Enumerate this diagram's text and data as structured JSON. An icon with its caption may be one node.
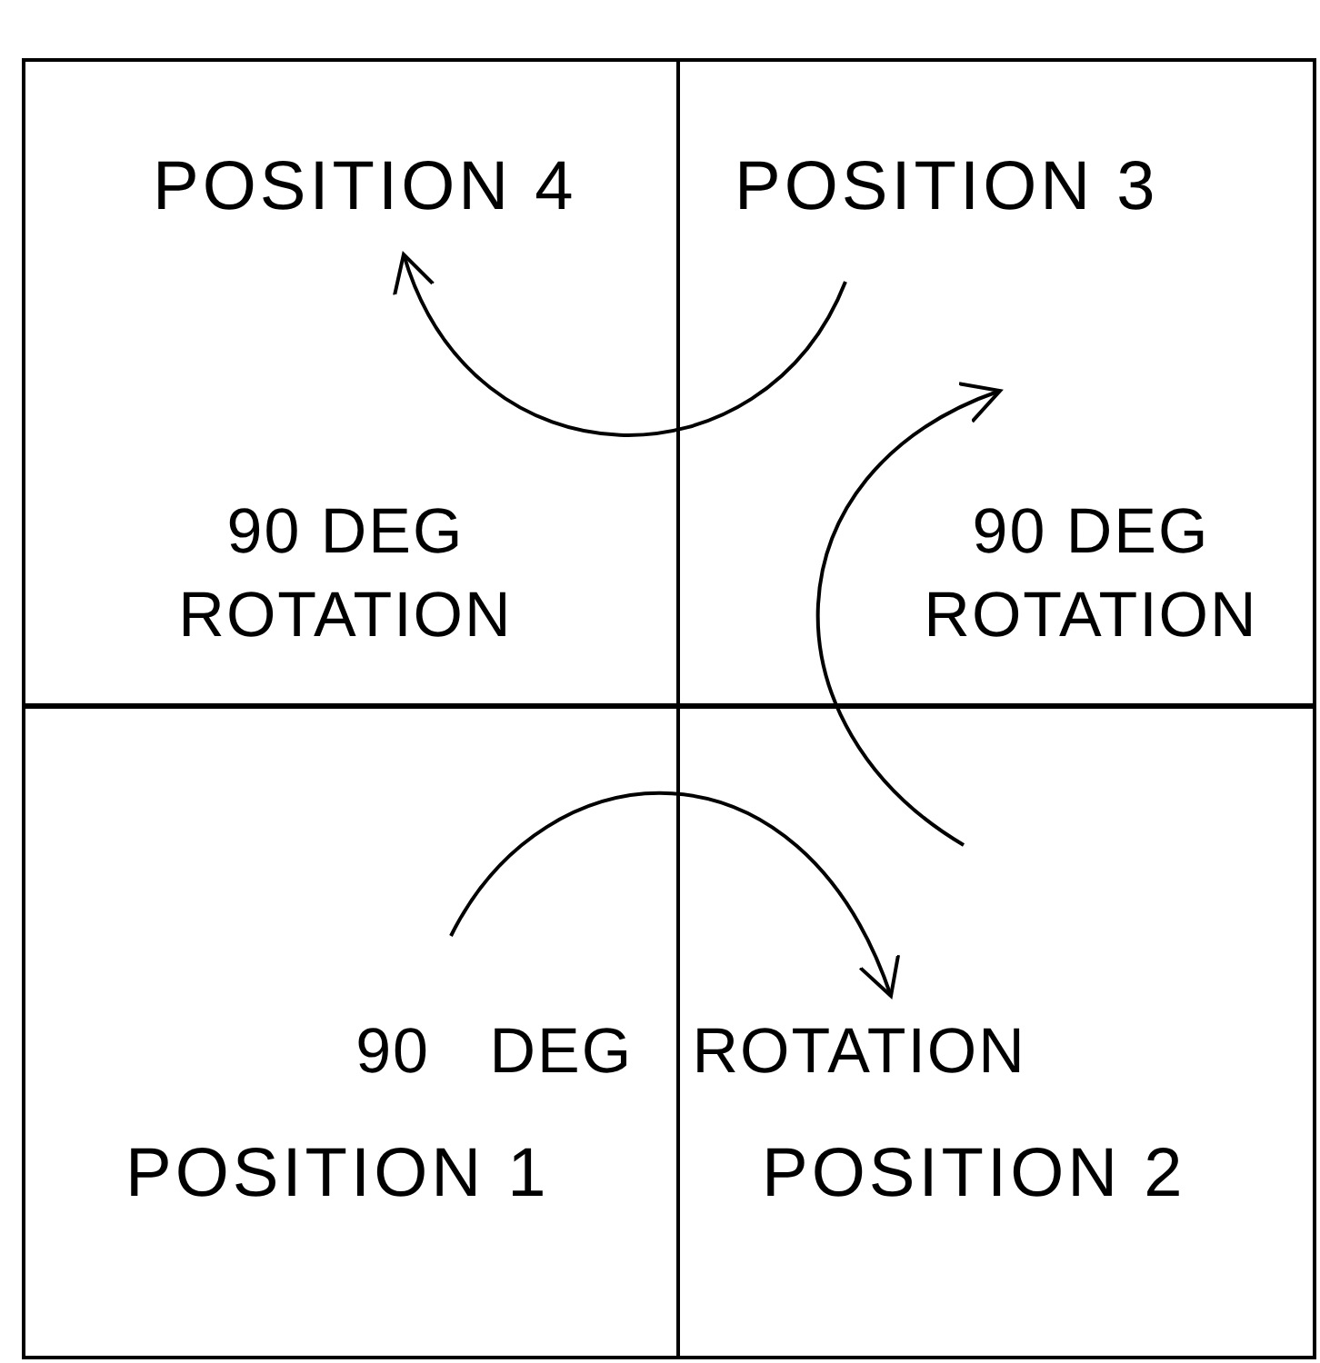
{
  "diagram": {
    "nodes": [
      {
        "text": [
          "POSITION 4"
        ]
      },
      {
        "text": [
          "POSITION 3"
        ]
      },
      {
        "text": [
          "POSITION 1"
        ]
      },
      {
        "text": [
          "POSITION 2"
        ]
      }
    ],
    "edges": [
      {
        "from": 2,
        "to": 3,
        "arrow": "to",
        "label": "90 DEG ROTATION"
      },
      {
        "from": 3,
        "to": 1,
        "arrow": "to",
        "label": "90 DEG ROTATION"
      },
      {
        "from": 1,
        "to": 0,
        "arrow": "to",
        "label": "90 DEG ROTATION"
      }
    ]
  }
}
